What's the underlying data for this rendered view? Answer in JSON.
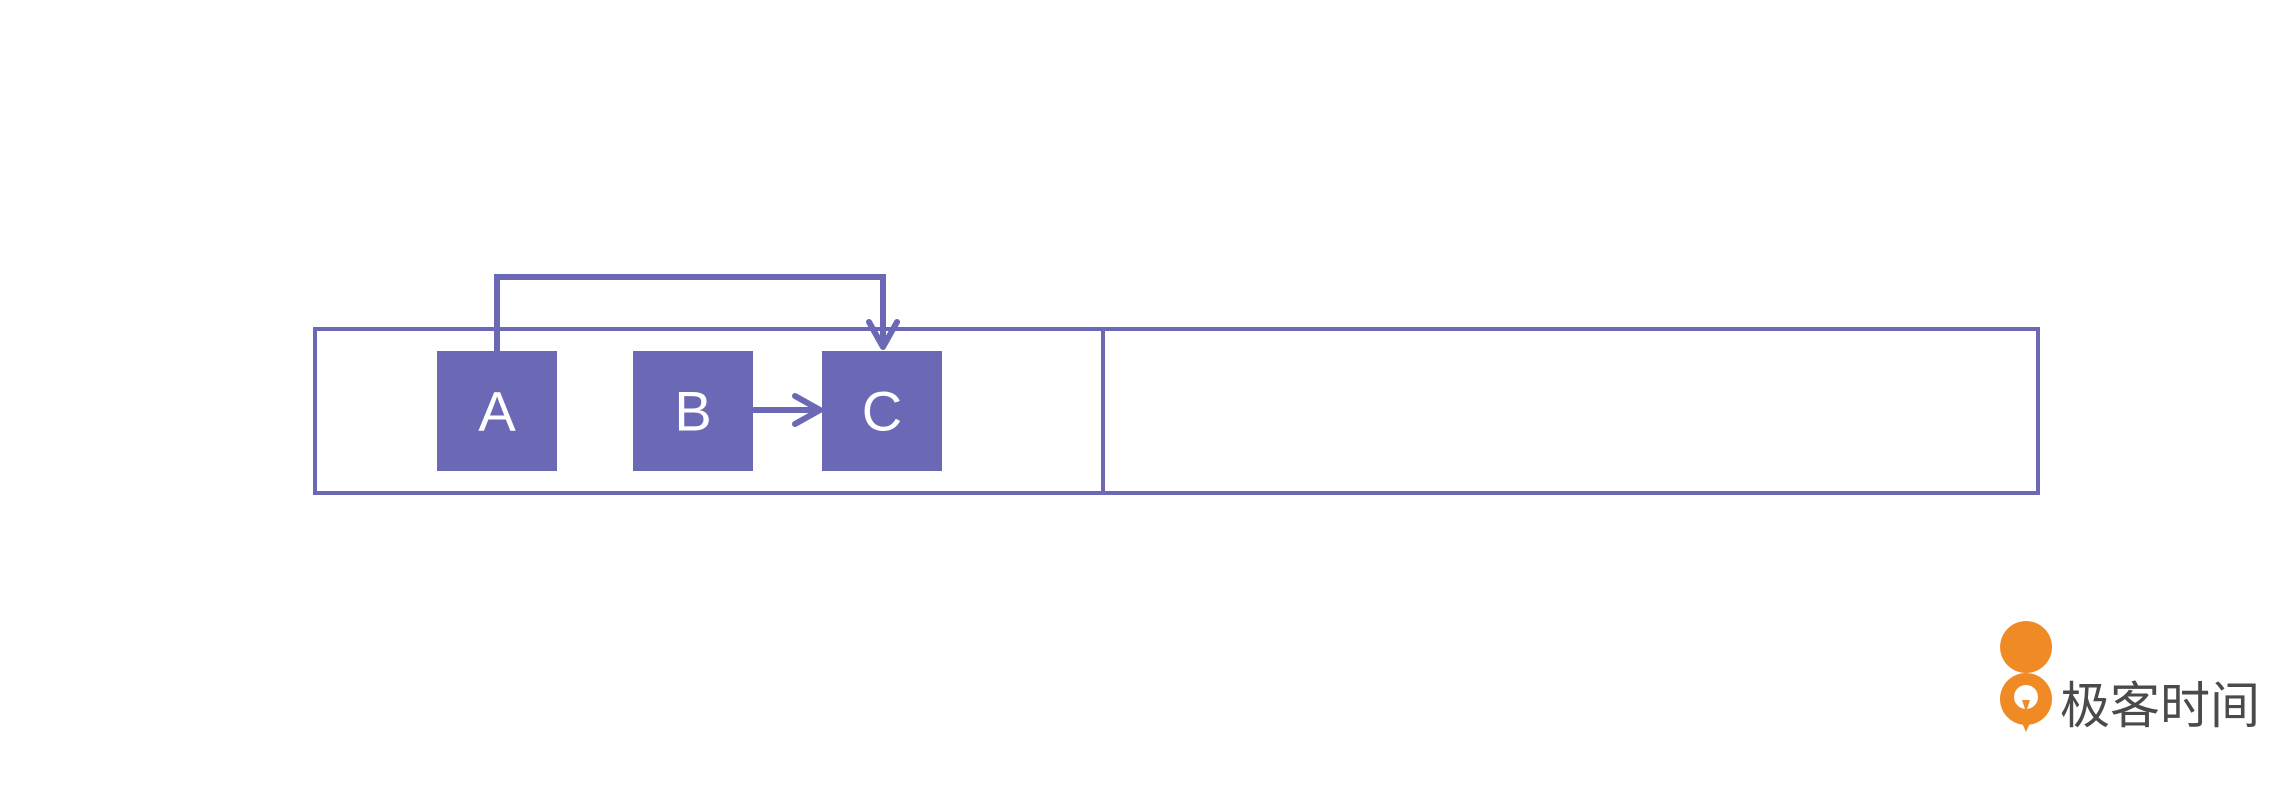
{
  "colors": {
    "accent": "#6b69b5",
    "node_text": "#ffffff",
    "background": "#ffffff",
    "logo_orange": "#f08a24",
    "logo_text": "#4a4a4a"
  },
  "nodes": {
    "a": "A",
    "b": "B",
    "c": "C"
  },
  "edges": [
    {
      "from": "A",
      "to": "C"
    },
    {
      "from": "B",
      "to": "C"
    }
  ],
  "logo": {
    "icon": "geektime-logo-icon",
    "text": "极客时间"
  }
}
